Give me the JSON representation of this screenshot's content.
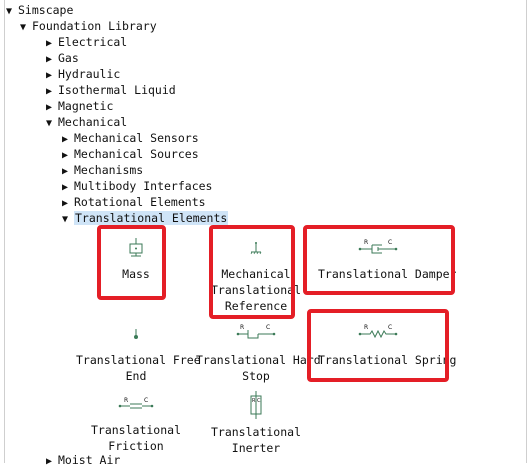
{
  "tree": {
    "root": "Simscape",
    "foundation": "Foundation Library",
    "items": [
      "Electrical",
      "Gas",
      "Hydraulic",
      "Isothermal Liquid",
      "Magnetic"
    ],
    "mechanical": "Mechanical",
    "mech_items": [
      "Mechanical Sensors",
      "Mechanical Sources",
      "Mechanisms",
      "Multibody Interfaces",
      "Rotational Elements"
    ],
    "selected": "Translational Elements",
    "next": "Moist Air"
  },
  "blocks": {
    "mass": [
      "Mass"
    ],
    "mech_ref": [
      "Mechanical",
      "Translational",
      "Reference"
    ],
    "damper": [
      "Translational Damper"
    ],
    "free_end": [
      "Translational Free",
      "End"
    ],
    "hard_stop": [
      "Translational Hard",
      "Stop"
    ],
    "spring": [
      "Translational Spring"
    ],
    "friction": [
      "Translational",
      "Friction"
    ],
    "inerter": [
      "Translational",
      "Inerter"
    ]
  },
  "port_labels": {
    "r": "R",
    "c": "C"
  },
  "colors": {
    "highlight": "#e41e26",
    "selection": "#cfe4f7",
    "icon": "#3b7a57"
  }
}
